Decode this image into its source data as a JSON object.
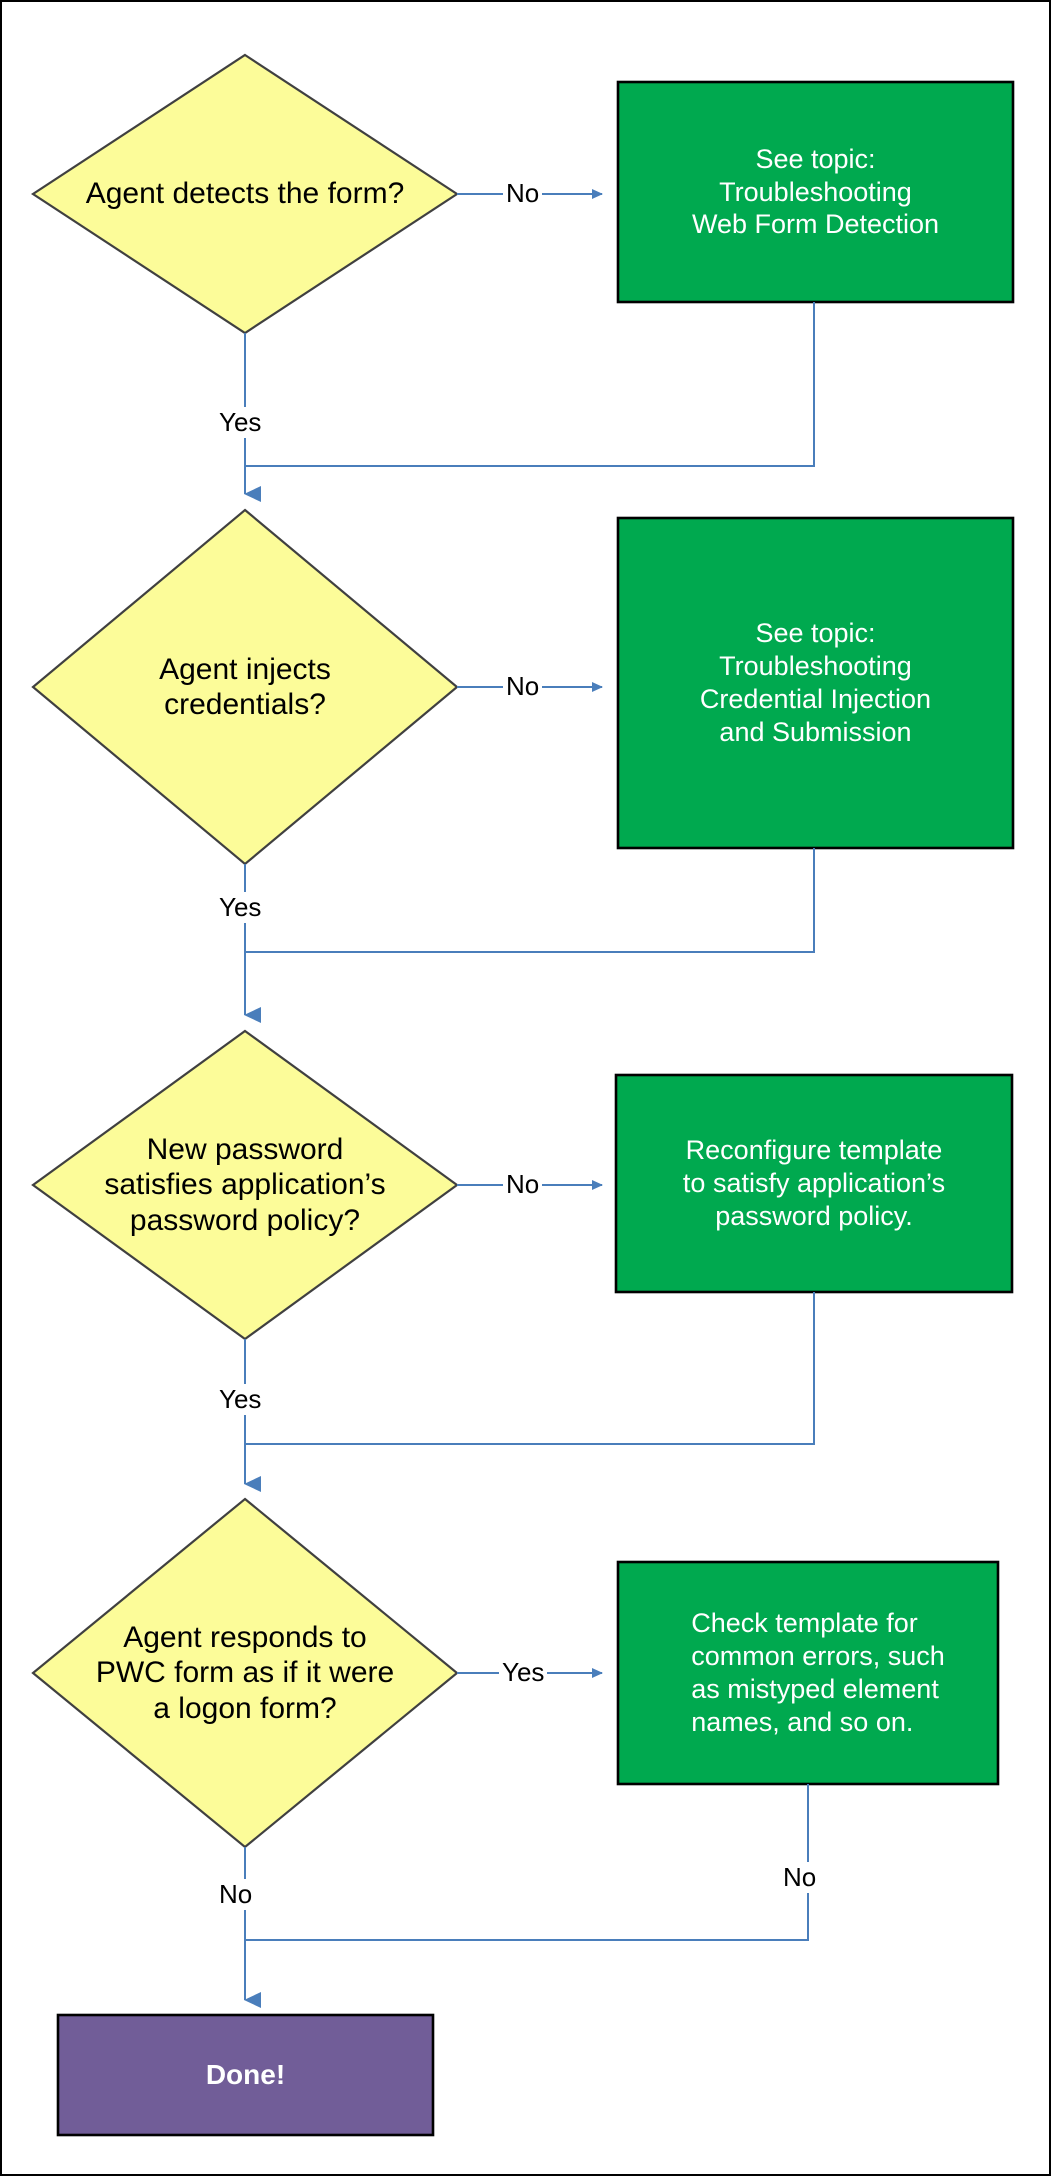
{
  "chart_data": {
    "type": "diagram",
    "title": "Password change / web form troubleshooting decision flow",
    "orientation": "top-to-bottom",
    "node_colors": {
      "decision_fill": "#fcfc99",
      "decision_stroke": "#404040",
      "action_fill": "#00a94f",
      "action_stroke": "#000000",
      "terminal_fill": "#715d98",
      "terminal_stroke": "#000000",
      "connector": "#4a7ebb",
      "canvas": "#ffffff",
      "canvas_border": "#000000"
    },
    "nodes": [
      {
        "id": "d1",
        "shape": "diamond",
        "text": "Agent detects the form?"
      },
      {
        "id": "a1",
        "shape": "process",
        "text_plain": "See topic:",
        "text_bold": "Troubleshooting\nWeb Form Detection"
      },
      {
        "id": "d2",
        "shape": "diamond",
        "text": "Agent injects\ncredentials?"
      },
      {
        "id": "a2",
        "shape": "process",
        "text_plain": "See topic:",
        "text_bold": "Troubleshooting\nCredential Injection\nand Submission"
      },
      {
        "id": "d3",
        "shape": "diamond",
        "text": "New password\nsatisfies application’s\npassword policy?"
      },
      {
        "id": "a3",
        "shape": "process",
        "text_plain": "Reconfigure template\nto satisfy application’s\npassword policy.",
        "text_bold": ""
      },
      {
        "id": "d4",
        "shape": "diamond",
        "text": "Agent responds to\nPWC form as if it were\na logon form?"
      },
      {
        "id": "a4",
        "shape": "process",
        "text_plain": "Check template for\ncommon errors, such\nas mistyped element\nnames, and so on.",
        "text_bold": ""
      },
      {
        "id": "end",
        "shape": "terminal",
        "text": "Done!"
      }
    ],
    "edges": [
      {
        "from": "d1",
        "to": "a1",
        "label": "No"
      },
      {
        "from": "d1",
        "to": "d2",
        "label": "Yes"
      },
      {
        "from": "a1",
        "to": "d2",
        "label": ""
      },
      {
        "from": "d2",
        "to": "a2",
        "label": "No"
      },
      {
        "from": "d2",
        "to": "d3",
        "label": "Yes"
      },
      {
        "from": "a2",
        "to": "d3",
        "label": ""
      },
      {
        "from": "d3",
        "to": "a3",
        "label": "No"
      },
      {
        "from": "d3",
        "to": "d4",
        "label": "Yes"
      },
      {
        "from": "a3",
        "to": "d4",
        "label": ""
      },
      {
        "from": "d4",
        "to": "a4",
        "label": "Yes"
      },
      {
        "from": "d4",
        "to": "end",
        "label": "No"
      },
      {
        "from": "a4",
        "to": "end",
        "label": "No"
      }
    ]
  },
  "nodes": {
    "d1": {
      "label": "Agent detects the form?"
    },
    "a1": {
      "plain": "See topic:",
      "bold": "Troubleshooting\nWeb Form Detection"
    },
    "d2": {
      "label": "Agent injects\ncredentials?"
    },
    "a2": {
      "plain": "See topic:",
      "bold": "Troubleshooting\nCredential Injection\nand Submission"
    },
    "d3": {
      "label": "New password\nsatisfies application’s\npassword policy?"
    },
    "a3": {
      "plain": "Reconfigure template\nto satisfy application’s\npassword policy."
    },
    "d4": {
      "label": "Agent responds to\nPWC form as if it were\na logon form?"
    },
    "a4": {
      "plain": "Check template for\ncommon errors, such\nas mistyped element\nnames, and so on."
    },
    "end": {
      "label": "Done!"
    }
  },
  "edge_labels": {
    "d1_no": "No",
    "d1_yes": "Yes",
    "d2_no": "No",
    "d2_yes": "Yes",
    "d3_no": "No",
    "d3_yes": "Yes",
    "d4_yes": "Yes",
    "d4_no": "No",
    "a4_no": "No"
  }
}
